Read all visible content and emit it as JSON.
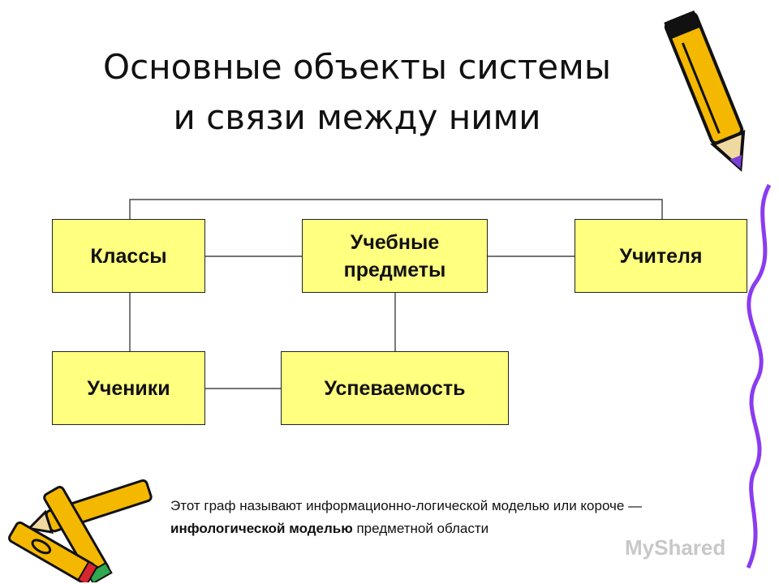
{
  "title": {
    "line1": "Основные объекты системы",
    "line2": "и связи между ними"
  },
  "nodes": {
    "classes": "Классы",
    "subjects_line1": "Учебные",
    "subjects_line2": "предметы",
    "teachers": "Учителя",
    "students": "Ученики",
    "performance": "Успеваемость"
  },
  "caption": {
    "part1": "Этот граф называют информационно-логической моделью или короче — ",
    "bold": "инфологической моделью",
    "part2": " предметной области"
  },
  "watermark": "MyShared",
  "colors": {
    "box_fill": "#ffff80",
    "pencil_yellow": "#f5b800",
    "pencil_purple": "#7b3fd6",
    "wave_purple": "#8a3cf0"
  },
  "decorations": [
    "pencil-top-right-icon",
    "pencils-bottom-left-icon",
    "purple-wave-line-icon"
  ]
}
